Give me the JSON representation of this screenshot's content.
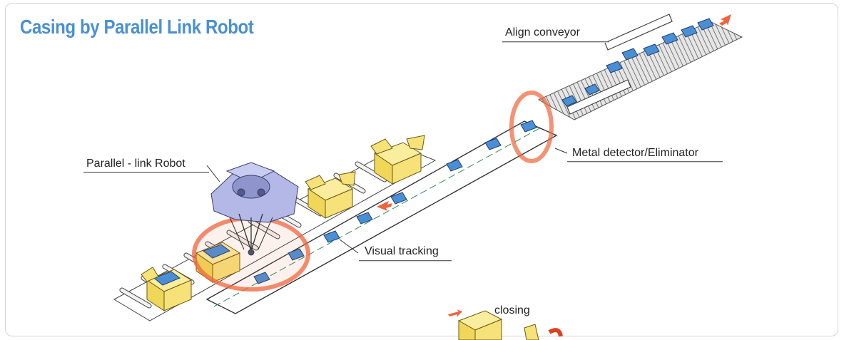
{
  "title": "Casing by Parallel Link Robot",
  "labels": {
    "align_conveyor": "Align conveyor",
    "metal_detector": "Metal detector/Eliminator",
    "robot": "Parallel - link Robot",
    "visual_tracking": "Visual tracking",
    "closing": "closing"
  },
  "colors": {
    "title": "#4a90d2",
    "accent": "#f0643c",
    "box": "#f7e27a",
    "product": "#4a8fd6",
    "robot": "#a9aee0"
  }
}
